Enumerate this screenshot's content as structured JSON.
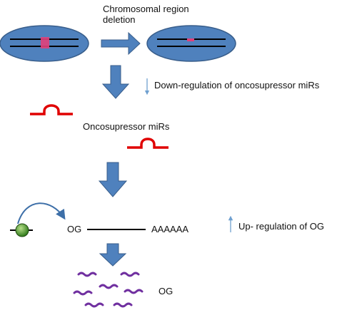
{
  "labels": {
    "deletion_line1": "Chromosomal region",
    "deletion_line2": "deletion",
    "down_regulation": "Down-regulation of oncosupressor miRs",
    "oncosupressor": "Oncosupressor miRs",
    "og_gene": "OG",
    "poly_a": "AAAAAA",
    "up_regulation": "Up- regulation of OG",
    "og_product": "OG"
  },
  "icons": {
    "down_indicator": "thin-down-arrow-icon",
    "up_indicator": "thin-up-arrow-icon",
    "flow_arrow": "block-arrow-icon",
    "promoter": "promoter-sphere-icon",
    "mirna": "mirna-hairpin-icon",
    "transcript": "squiggle-transcript-icon"
  },
  "colors": {
    "cell_fill": "#4f81bd",
    "cell_stroke": "#385d8a",
    "arrow_fill": "#4f81bd",
    "chromosome": "#000000",
    "deleted_region": "#e0407a",
    "mirna": "#e00000",
    "indicator_arrow": "#6fa0d0",
    "transcript": "#7030a0",
    "promoter_fill": "#4f9a2c"
  }
}
